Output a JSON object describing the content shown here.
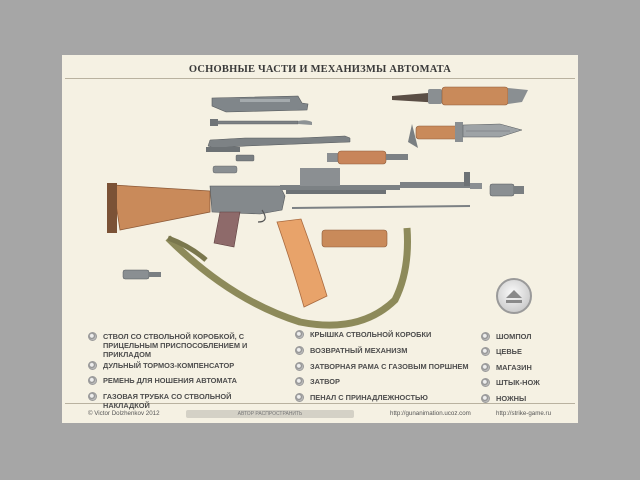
{
  "title": "ОСНОВНЫЕ ЧАСТИ И МЕХАНИЗМЫ АВТОМАТА",
  "legend": {
    "col1": [
      "СТВОЛ СО СТВОЛЬНОЙ КОРОБКОЙ, С ПРИЦЕЛЬНЫМ ПРИСПОСОБЛЕНИЕМ И ПРИКЛАДОМ",
      "ДУЛЬНЫЙ ТОРМОЗ-КОМПЕНСАТОР",
      "РЕМЕНЬ ДЛЯ НОШЕНИЯ АВТОМАТА",
      "ГАЗОВАЯ ТРУБКА СО СТВОЛЬНОЙ НАКЛАДКОЙ"
    ],
    "col2": [
      "КРЫШКА СТВОЛЬНОЙ КОРОБКИ",
      "ВОЗВРАТНЫЙ МЕХАНИЗМ",
      "ЗАТВОРНАЯ РАМА С ГАЗОВЫМ ПОРШНЕМ",
      "ЗАТВОР",
      "ПЕНАЛ С ПРИНАДЛЕЖНОСТЬЮ"
    ],
    "col3": [
      "ШОМПОЛ",
      "ЦЕВЬЕ",
      "МАГАЗИН",
      "ШТЫК-НОЖ",
      "НОЖНЫ"
    ]
  },
  "footer": {
    "copyright": "© Victor Dolzhenkov 2012",
    "bar": "АВТОР РАСПРОСТРАНИТЬ",
    "link1": "http://gunanimation.ucoz.com",
    "link2": "http://strike-game.ru"
  },
  "colors": {
    "wood": "#c98a5a",
    "metal": "#7f8383",
    "magazine": "#e8a36a",
    "sling": "#8d8a5a"
  }
}
